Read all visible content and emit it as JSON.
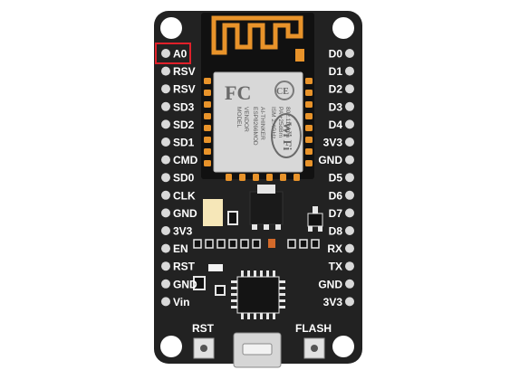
{
  "board": {
    "pcb_color": "#222222",
    "antenna_color": "#e8932a",
    "highlight_color": "#e0202a",
    "highlighted_pin": "A0"
  },
  "pins_left": [
    "A0",
    "RSV",
    "RSV",
    "SD3",
    "SD2",
    "SD1",
    "CMD",
    "SD0",
    "CLK",
    "GND",
    "3V3",
    "EN",
    "RST",
    "GND",
    "Vin"
  ],
  "pins_right": [
    "D0",
    "D1",
    "D2",
    "D3",
    "D4",
    "3V3",
    "GND",
    "D5",
    "D6",
    "D7",
    "D8",
    "RX",
    "TX",
    "GND",
    "3V3"
  ],
  "module": {
    "line1": "MODEL",
    "line2": "VENDOR",
    "line3": "ESP8266MOD",
    "line4": "AI-THINKER",
    "line5": "ISM 2.4GHz",
    "line6": "PA +25dBm",
    "line7": "802.11b/g/n",
    "fc_mark": "FC",
    "ce_mark": "CE",
    "wifi_logo": "Wi Fi"
  },
  "buttons": {
    "reset_label": "RST",
    "flash_label": "FLASH"
  }
}
